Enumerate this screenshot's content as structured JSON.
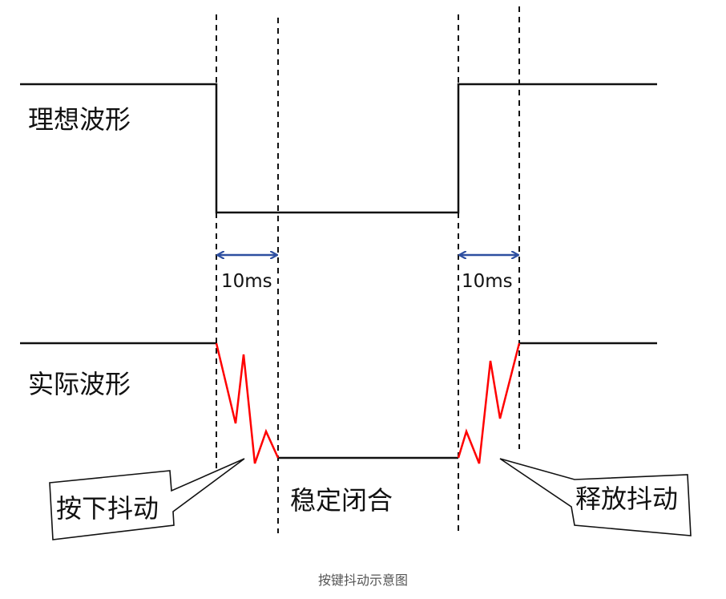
{
  "labels": {
    "ideal_waveform": "理想波形",
    "actual_waveform": "实际波形",
    "interval_left": "10ms",
    "interval_right": "10ms",
    "press_bounce": "按下抖动",
    "stable_closed": "稳定闭合",
    "release_bounce": "释放抖动",
    "caption": "按键抖动示意图"
  },
  "colors": {
    "signal": "#111111",
    "bounce": "#ff0000",
    "arrow": "#2e4fa0",
    "guide": "#111111"
  }
}
